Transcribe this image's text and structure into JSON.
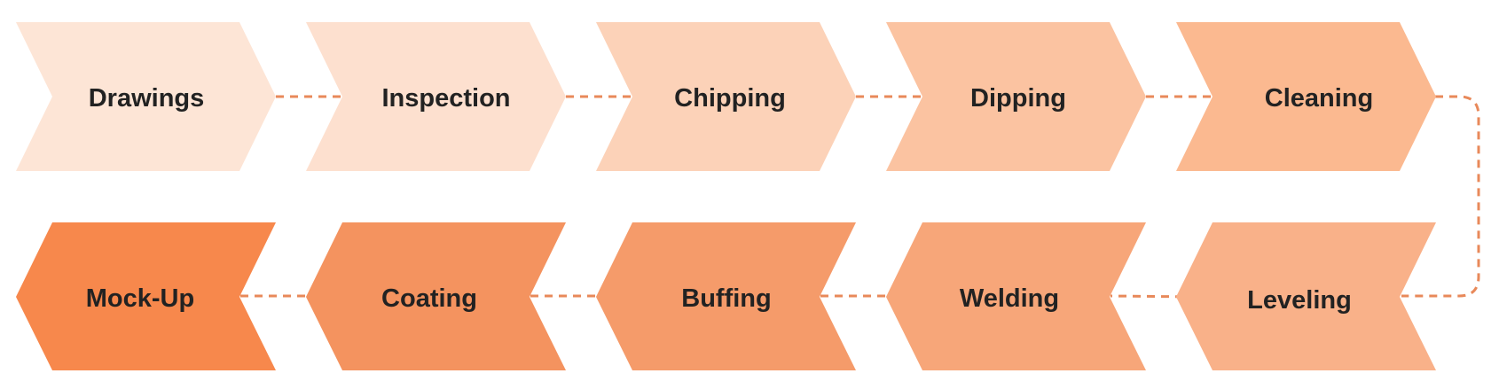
{
  "colors": {
    "connector": "#e8895a",
    "text": "#222222"
  },
  "process": {
    "row1": [
      {
        "label": "Drawings",
        "color": "#fde5d6"
      },
      {
        "label": "Inspection",
        "color": "#fde0cf"
      },
      {
        "label": "Chipping",
        "color": "#fcd2b8"
      },
      {
        "label": "Dipping",
        "color": "#fbc3a1"
      },
      {
        "label": "Cleaning",
        "color": "#fbb990"
      }
    ],
    "row2": [
      {
        "label": "Mock-Up",
        "color": "#f7884c"
      },
      {
        "label": "Coating",
        "color": "#f4935f"
      },
      {
        "label": "Buffing",
        "color": "#f59b6a"
      },
      {
        "label": "Welding",
        "color": "#f7a679"
      },
      {
        "label": "Leveling",
        "color": "#f9b189"
      }
    ]
  }
}
